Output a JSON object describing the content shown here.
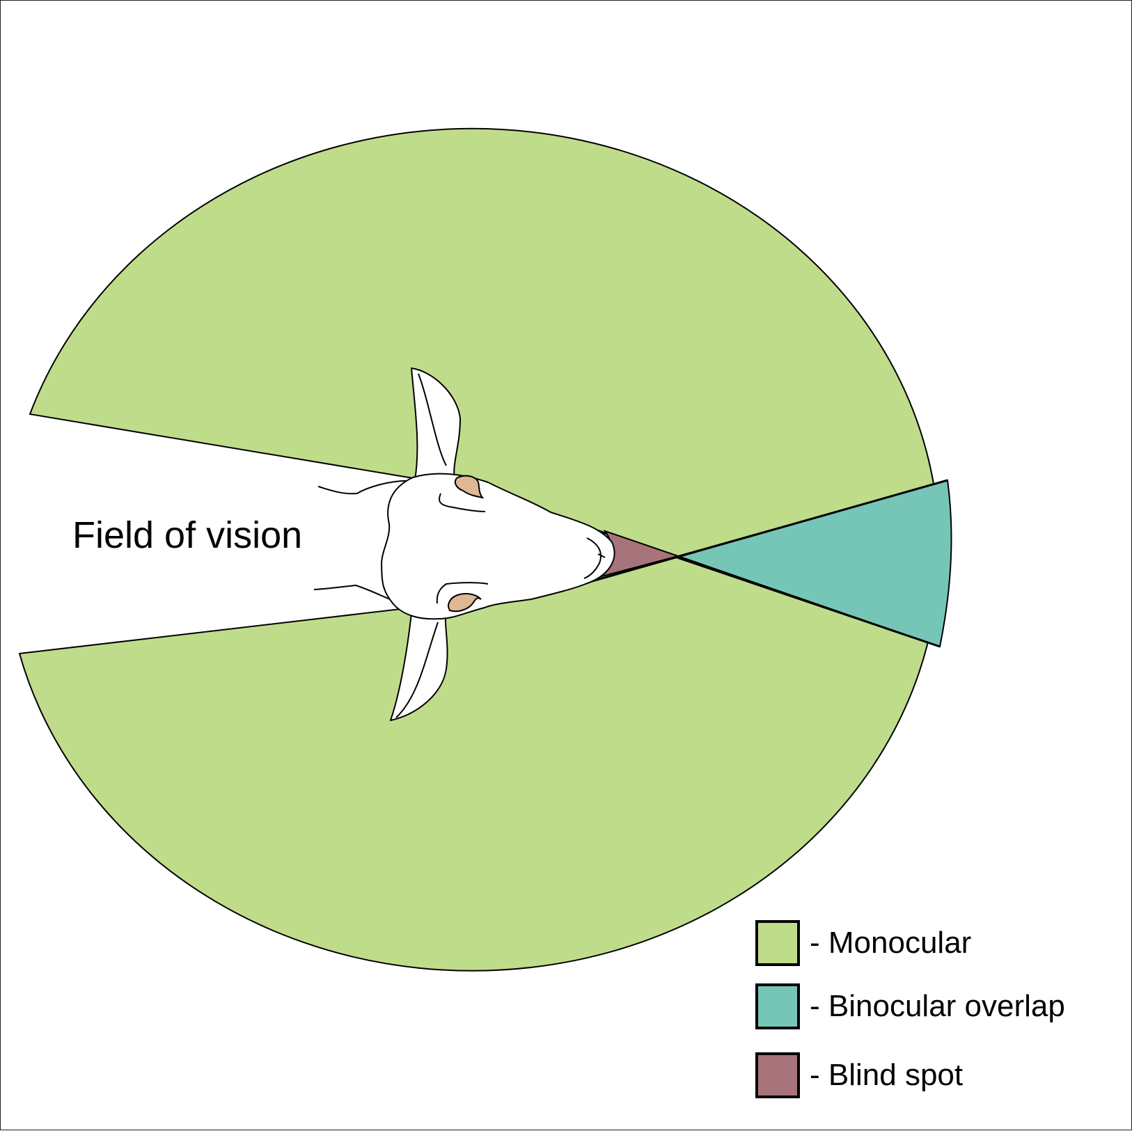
{
  "title": "Field of vision",
  "colors": {
    "monocular": "#bfdc8b",
    "binocular": "#76c6b8",
    "blind": "#a8747b",
    "nose": "#dfb795",
    "outline": "#000000"
  },
  "legend": [
    {
      "label": "- Monocular",
      "color": "#bfdc8b"
    },
    {
      "label": "- Binocular overlap",
      "color": "#76c6b8"
    },
    {
      "label": "- Blind spot",
      "color": "#a8747b"
    }
  ]
}
